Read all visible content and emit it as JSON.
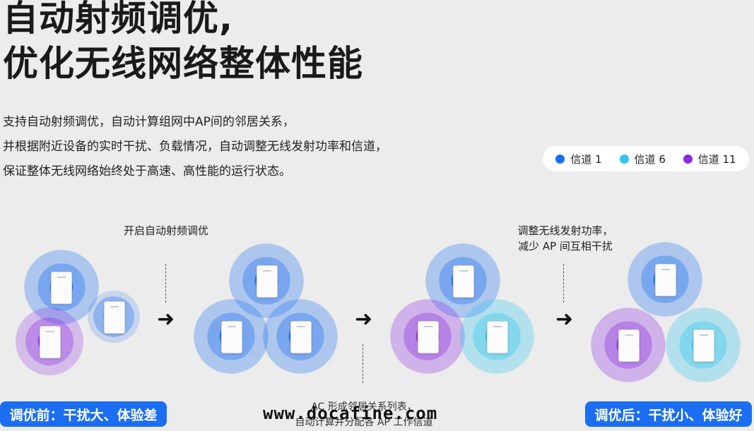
{
  "header": {
    "title_line1": "自动射频调优,",
    "title_line2": "优化无线网络整体性能"
  },
  "description": {
    "line1": "支持自动射频调优，自动计算组网中AP间的邻居关系，",
    "line2": "并根据附近设备的实时干扰、负载情况，自动调整无线发射功率和信道，",
    "line3": "保证整体无线网络始终处于高速、高性能的运行状态。"
  },
  "legend": {
    "items": [
      {
        "label": "信道 1",
        "color": "#1b6ef2"
      },
      {
        "label": "信道 6",
        "color": "#2cc6ee"
      },
      {
        "label": "信道 11",
        "color": "#8a2be2"
      }
    ]
  },
  "steps": {
    "step1_label": "开启自动射频调优",
    "step2_label_line1": "AC 形成邻居关系列表，",
    "step2_label_line2": "自动计算并分配各 AP 工作信道",
    "step3_label_line1": "调整无线发射功率，",
    "step3_label_line2": "减少 AP 间互相干扰"
  },
  "badges": {
    "before": "调优前：干扰大、体验差",
    "after": "调优后：干扰小、体验好"
  },
  "watermark": "www.docafine.com",
  "colors": {
    "channel1": "#1b6ef2",
    "channel6": "#2cc6ee",
    "channel11": "#8a2be2",
    "badge": "#1b6ef2"
  }
}
